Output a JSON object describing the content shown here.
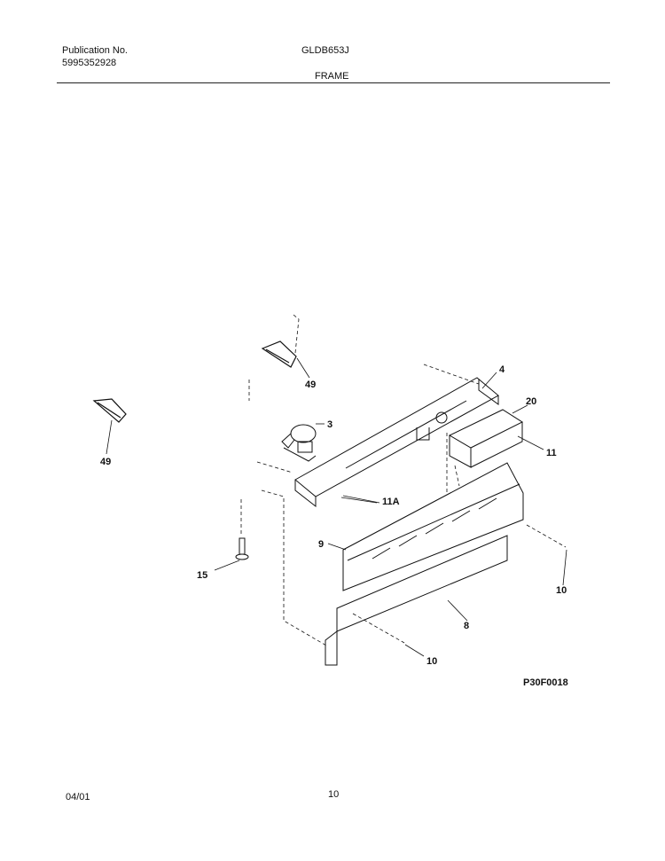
{
  "header": {
    "publication_label": "Publication No.",
    "publication_number": "5995352928",
    "model": "GLDB653J",
    "section_title": "FRAME"
  },
  "diagram": {
    "figure_code": "P30F0018",
    "callouts": [
      "49",
      "49",
      "4",
      "3",
      "20",
      "11",
      "11A",
      "9",
      "15",
      "10",
      "8",
      "10"
    ]
  },
  "footer": {
    "date": "04/01",
    "page_number": "10"
  }
}
